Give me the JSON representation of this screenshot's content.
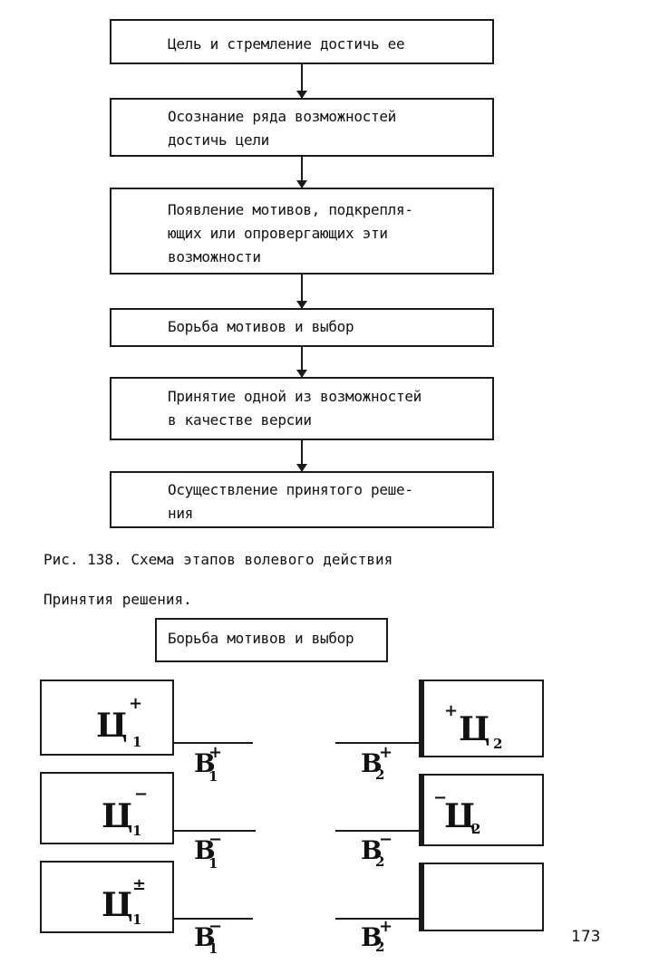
{
  "flowchart": {
    "steps": [
      "Цель и стремление достичь ее",
      "Осознание ряда возможностей\nдостичь цели",
      "Появление мотивов, подкрепля-\nющих или опровергающих эти\nвозможности",
      "Борьба мотивов и выбор",
      "Принятие одной из возможностей\nв качестве версии",
      "Осуществление принятого реше-\nния"
    ]
  },
  "caption": "Рис. 138. Схема этапов волевого действия",
  "section_title": "Принятия решения.",
  "decision_diagram": {
    "top_box": "Борьба мотивов и выбор",
    "left_boxes": [
      {
        "letter": "Ц",
        "sup": "+",
        "sub": "1"
      },
      {
        "letter": "Ц",
        "sup": "−",
        "sub": "1"
      },
      {
        "letter": "Ц",
        "sup": "±",
        "sub": "1"
      }
    ],
    "left_labels": [
      {
        "letter": "В",
        "sup": "+",
        "sub": "1"
      },
      {
        "letter": "В",
        "sup": "−",
        "sub": "1"
      },
      {
        "letter": "В",
        "sup": "−",
        "sub": "1"
      }
    ],
    "right_labels": [
      {
        "letter": "В",
        "sup": "+",
        "sub": "2"
      },
      {
        "letter": "В",
        "sup": "−",
        "sub": "2"
      },
      {
        "letter": "В",
        "sup": "+",
        "sub": "2"
      }
    ],
    "right_boxes": [
      {
        "letter": "Ц",
        "sup": "+",
        "sub": "2"
      },
      {
        "letter": "Ц",
        "sup": "−",
        "sub": "2"
      },
      {
        "letter": "",
        "sup": "",
        "sub": ""
      }
    ]
  },
  "page_number": "173"
}
